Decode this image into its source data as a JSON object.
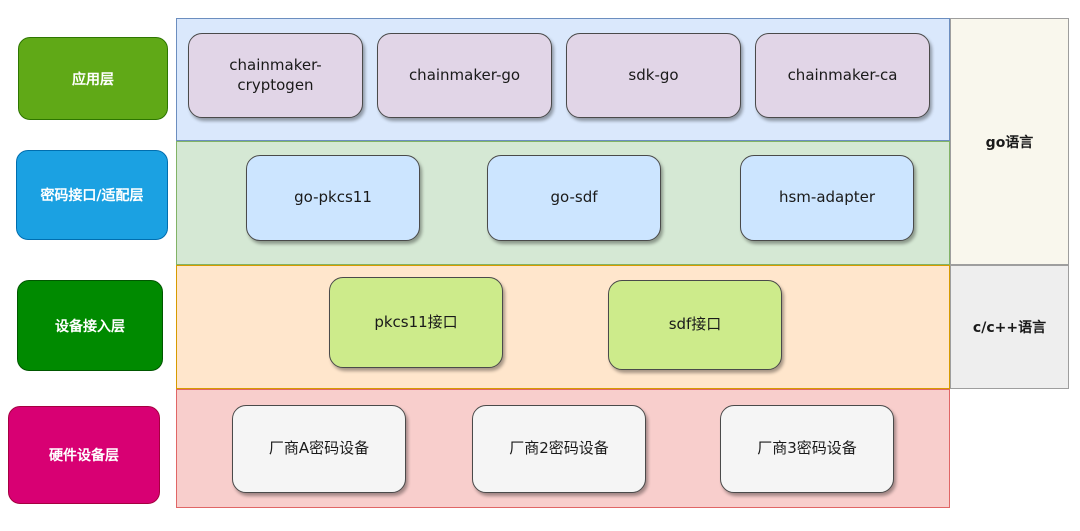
{
  "layers": [
    {
      "label": "应用层",
      "color": "#60a917",
      "border": "#2d7600"
    },
    {
      "label": "密码接口/适配层",
      "color": "#1ba1e2",
      "border": "#006eaf"
    },
    {
      "label": "设备接入层",
      "color": "#008a00",
      "border": "#005700"
    },
    {
      "label": "硬件设备层",
      "color": "#d80073",
      "border": "#a50040"
    }
  ],
  "bands": [
    {
      "bg": "#dae8fc",
      "border": "#6c8ebf",
      "box_bg": "#e1d5e7",
      "boxes": [
        "chainmaker-\ncryptogen",
        "chainmaker-go",
        "sdk-go",
        "chainmaker-ca"
      ]
    },
    {
      "bg": "#d5e8d4",
      "border": "#82b366",
      "box_bg": "#cce5ff",
      "boxes": [
        "go-pkcs11",
        "go-sdf",
        "hsm-adapter"
      ]
    },
    {
      "bg": "#ffe6cc",
      "border": "#d79b00",
      "box_bg": "#cdeb8b",
      "boxes": [
        "pkcs11接口",
        "sdf接口"
      ]
    },
    {
      "bg": "#f8cecc",
      "border": "#e06666",
      "box_bg": "#f5f5f5",
      "boxes": [
        "厂商A密码设备",
        "厂商2密码设备",
        "厂商3密码设备"
      ]
    }
  ],
  "languages": [
    {
      "label": "go语言",
      "bg": "#f9f7ed",
      "border": "#9e9e9e"
    },
    {
      "label": "c/c++语言",
      "bg": "#eeeeee",
      "border": "#9e9e9e"
    }
  ]
}
